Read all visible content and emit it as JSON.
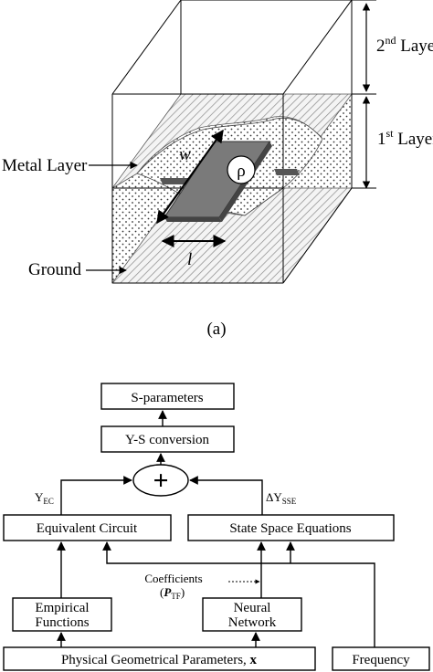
{
  "figure_a": {
    "label_2nd_layer_base": "2",
    "label_2nd_layer_sup": "nd",
    "label_2nd_layer_rest": " Layer",
    "label_1st_layer_base": "1",
    "label_1st_layer_sup": "st",
    "label_1st_layer_rest": " Layer",
    "label_metal_layer": "Metal Layer",
    "label_ground": "Ground",
    "label_w": "w",
    "label_l": "l",
    "label_rho": "ρ",
    "caption": "(a)"
  },
  "figure_b": {
    "box_s_parameters": "S-parameters",
    "box_y_s_conversion": "Y-S conversion",
    "summing_symbol": "+",
    "label_y_ec_base": "Y",
    "label_y_ec_sub": "EC",
    "label_delta_y_base": "ΔY",
    "label_delta_y_sub": "SSE",
    "box_equivalent_circuit": "Equivalent Circuit",
    "box_state_space": "State Space Equations",
    "label_coefficients": "Coefficients",
    "label_p_tf_open": "(",
    "label_p_tf_base": "P",
    "label_p_tf_sub": "TF",
    "label_p_tf_close": ")",
    "box_empirical_line1": "Empirical",
    "box_empirical_line2": "Functions",
    "box_neural_line1": "Neural",
    "box_neural_line2": "Network",
    "box_physical_text": "Physical Geometrical Parameters, ",
    "box_physical_var": "x",
    "box_frequency": "Frequency"
  }
}
